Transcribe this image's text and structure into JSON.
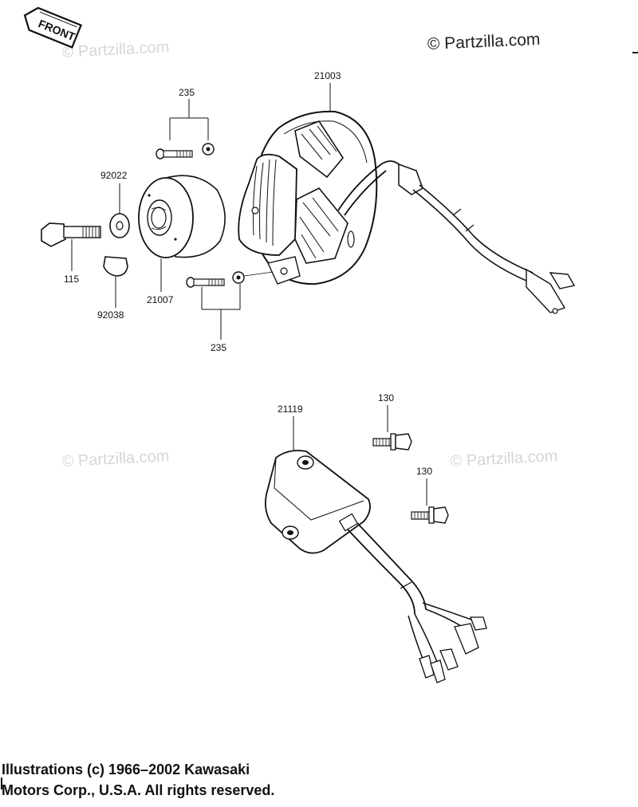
{
  "front_badge": "FRONT",
  "copyright_mark": "© Partzilla.com",
  "watermarks": [
    "© Partzilla.com",
    "© Partzilla.com",
    "© Partzilla.com"
  ],
  "parts": {
    "p235_top": "235",
    "p21003": "21003",
    "p92022": "92022",
    "p115": "115",
    "p92038": "92038",
    "p21007": "21007",
    "p235_bottom": "235",
    "p130_a": "130",
    "p130_b": "130",
    "p21119": "21119"
  },
  "credits": {
    "line1": "Illustrations (c) 1966–2002 Kawasaki",
    "line2": "Motors Corp., U.S.A.  All rights reserved."
  }
}
